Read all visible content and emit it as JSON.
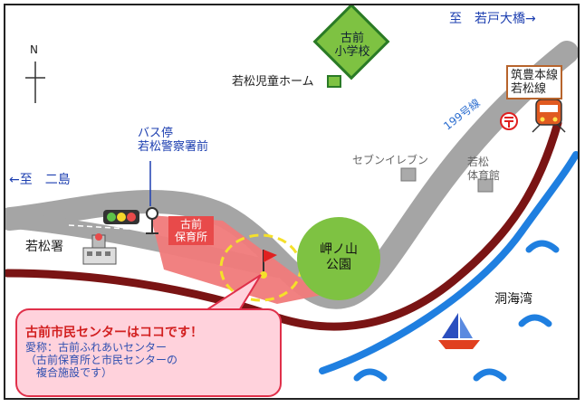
{
  "labels": {
    "north": "N",
    "to_wakato": "至　若戸大橋→",
    "to_futajima": "←至　二島",
    "school": [
      "古前",
      "小学校"
    ],
    "jido_home": "若松児童ホーム",
    "bus_stop": [
      "バス停",
      "若松警察署前"
    ],
    "seven_eleven": "セブンイレブン",
    "gym": [
      "若松",
      "体育館"
    ],
    "police": "若松署",
    "hoikusho": [
      "古前",
      "保育所"
    ],
    "park": [
      "岬ノ山",
      "公園"
    ],
    "bay": "洞海湾",
    "route": "199号線",
    "rail_line": [
      "筑豊本線",
      "若松線"
    ],
    "post_mark": "〒"
  },
  "callout": {
    "title": "古前市民センターはココです！",
    "lines": [
      "愛称：古前ふれあいセンター",
      "（古前保育所と市民センターの",
      "　複合施設です）"
    ]
  },
  "colors": {
    "road": "#a5a5a5",
    "rail": "#7a1414",
    "sea_line": "#1f7fe0",
    "park": "#7ec242",
    "highlight": "#f07a7a",
    "callout_bg": "#ffd2dc",
    "callout_border": "#e0304a"
  },
  "icons": [
    "north-arrow-icon",
    "traffic-light-icon",
    "bus-stop-icon",
    "police-station-icon",
    "flag-icon",
    "train-icon",
    "post-office-icon",
    "sailboat-icon",
    "wave-icon"
  ]
}
